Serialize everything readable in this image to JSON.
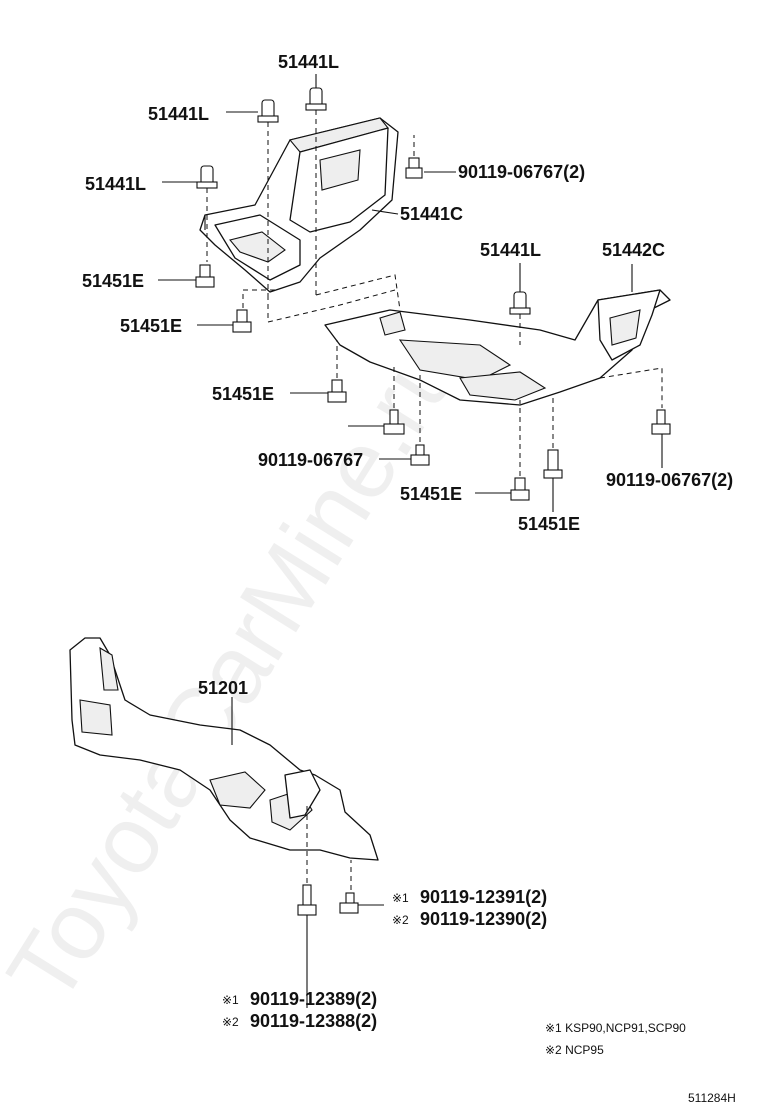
{
  "watermark": "ToyotaCarMine.ru",
  "labels": {
    "l1": "51441L",
    "l2": "51441L",
    "l3": "51441L",
    "l4": "90119-06767(2)",
    "l5": "51441C",
    "l6": "51451E",
    "l7": "51451E",
    "l8": "51441L",
    "l9": "51442C",
    "l10": "51451E",
    "l11": "90119-06767",
    "l12": "51451E",
    "l13": "51451E",
    "l14": "90119-06767(2)",
    "l15": "51201",
    "l16a": "90119-12391(2)",
    "l16b": "90119-12390(2)",
    "l17a": "90119-12389(2)",
    "l17b": "90119-12388(2)"
  },
  "marks": {
    "m1": "※1",
    "m2": "※2"
  },
  "notes": {
    "n1": "※1 KSP90,NCP91,SCP90",
    "n2": "※2 NCP95"
  },
  "diagram_id": "511284H"
}
